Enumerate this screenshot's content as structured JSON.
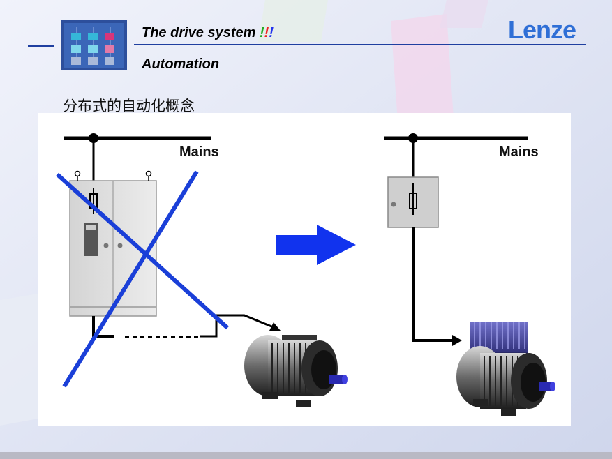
{
  "header": {
    "title_text": "The drive system ",
    "exclamation": [
      "!",
      "!",
      "!"
    ],
    "subtitle": "Automation",
    "logo_text": "Lenze"
  },
  "slide": {
    "heading": "分布式的自动化概念"
  },
  "diagram": {
    "left": {
      "mains_label": "Mains"
    },
    "right": {
      "mains_label": "Mains"
    }
  },
  "colors": {
    "accent": "#1f3fd0",
    "logo": "#2f6fd6",
    "arrow": "#1133ee",
    "cross": "#1a3fd8"
  }
}
